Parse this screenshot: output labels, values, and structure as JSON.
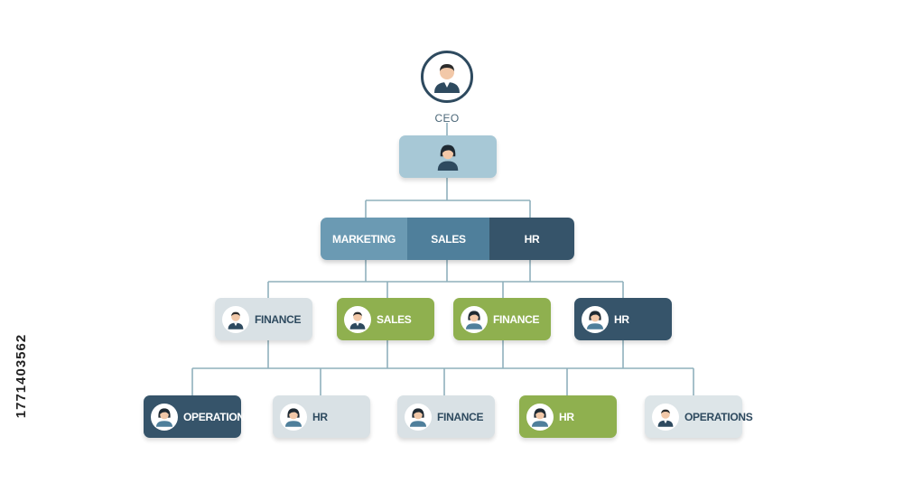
{
  "ceo": {
    "label": "CEO",
    "avatar_icon": "person-male-icon"
  },
  "manager": {
    "avatar_icon": "person-female-icon",
    "color": "#a7c8d6"
  },
  "departments": [
    {
      "label": "MARKETING",
      "color": "#6b9ab3"
    },
    {
      "label": "SALES",
      "color": "#4f7f9b"
    },
    {
      "label": "HR",
      "color": "#36546a"
    }
  ],
  "level3": [
    {
      "label": "FINANCE",
      "avatar": "person-male-icon",
      "bg": "#d9e1e5",
      "fg": "#2e4a5f"
    },
    {
      "label": "SALES",
      "avatar": "person-male-icon",
      "bg": "#8fb04f",
      "fg": "#ffffff"
    },
    {
      "label": "FINANCE",
      "avatar": "person-female-icon",
      "bg": "#8fb04f",
      "fg": "#ffffff"
    },
    {
      "label": "HR",
      "avatar": "person-female-icon",
      "bg": "#36546a",
      "fg": "#ffffff"
    }
  ],
  "level4": [
    {
      "label": "OPERATIONS",
      "avatar": "person-female-icon",
      "bg": "#36546a",
      "fg": "#ffffff"
    },
    {
      "label": "HR",
      "avatar": "person-female-icon",
      "bg": "#d9e1e5",
      "fg": "#2e4a5f"
    },
    {
      "label": "FINANCE",
      "avatar": "person-female-icon",
      "bg": "#d9e1e5",
      "fg": "#2e4a5f"
    },
    {
      "label": "HR",
      "avatar": "person-female-icon",
      "bg": "#8fb04f",
      "fg": "#ffffff"
    },
    {
      "label": "OPERATIONS",
      "avatar": "person-male-icon",
      "bg": "#dde5e8",
      "fg": "#2e4a5f"
    }
  ],
  "watermark_id": "1771403562",
  "colors": {
    "connector": "#8fb0bc",
    "dark": "#2e4a5f",
    "green": "#8fb04f"
  }
}
